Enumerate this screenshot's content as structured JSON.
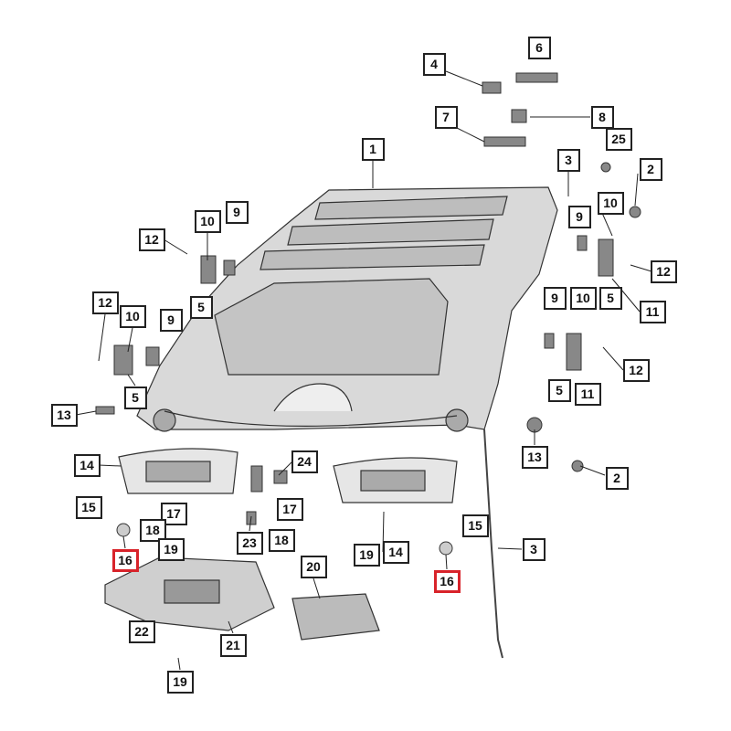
{
  "diagram": {
    "highlight_color": "#d8232a",
    "callouts": [
      "4",
      "6",
      "7",
      "8",
      "25",
      "1",
      "3",
      "2",
      "10",
      "9",
      "10",
      "9",
      "12",
      "12",
      "5",
      "11",
      "5",
      "9",
      "12",
      "10",
      "9",
      "10",
      "12",
      "5",
      "11",
      "5",
      "13",
      "13",
      "2",
      "14",
      "24",
      "15",
      "17",
      "17",
      "18",
      "19",
      "16",
      "23",
      "18",
      "19",
      "14",
      "15",
      "3",
      "16",
      "20",
      "22",
      "21",
      "19"
    ],
    "highlighted": [
      "16"
    ]
  }
}
